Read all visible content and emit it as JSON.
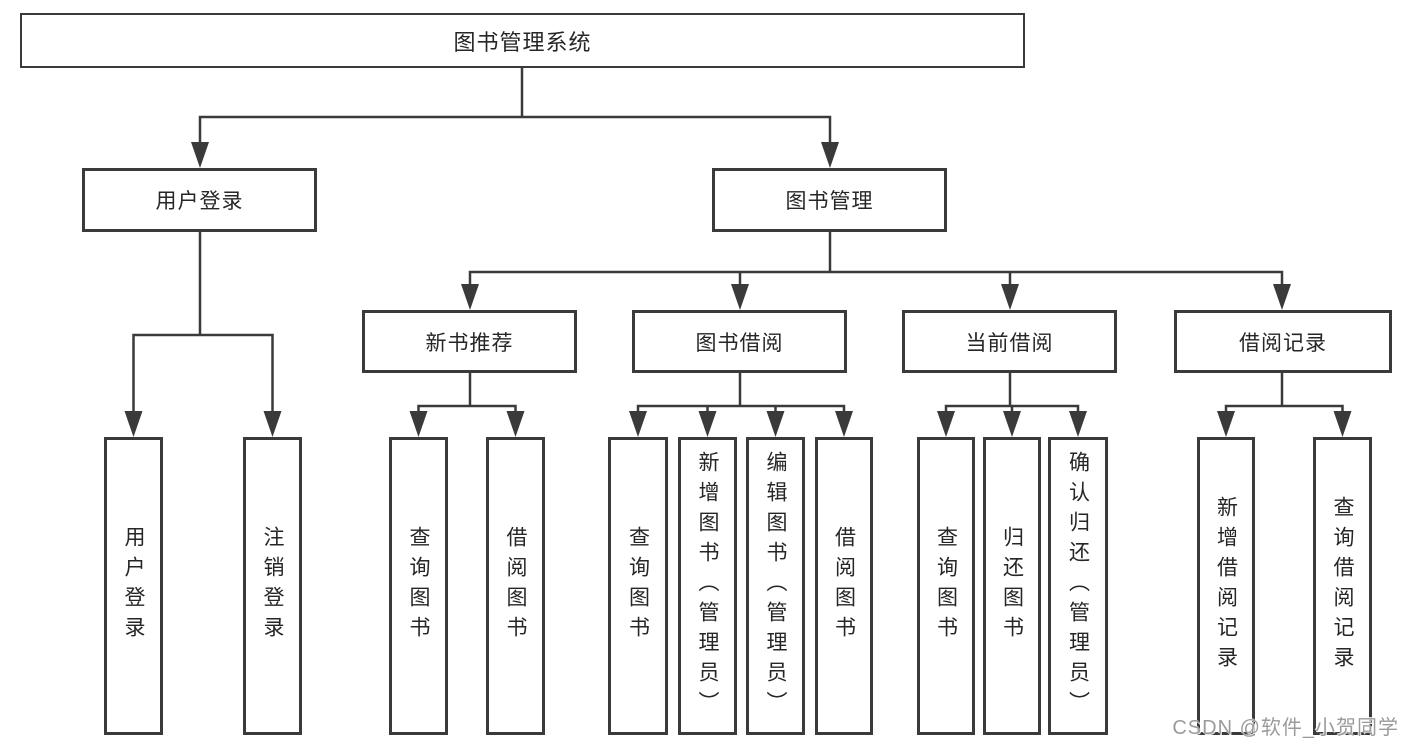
{
  "tree": {
    "label": "图书管理系统",
    "children": [
      {
        "label": "用户登录",
        "children": [
          {
            "label": "用户登录"
          },
          {
            "label": "注销登录"
          }
        ]
      },
      {
        "label": "图书管理",
        "children": [
          {
            "label": "新书推荐",
            "children": [
              {
                "label": "查询图书"
              },
              {
                "label": "借阅图书"
              }
            ]
          },
          {
            "label": "图书借阅",
            "children": [
              {
                "label": "查询图书"
              },
              {
                "label": "新增图书（管理员）"
              },
              {
                "label": "编辑图书（管理员）"
              },
              {
                "label": "借阅图书"
              }
            ]
          },
          {
            "label": "当前借阅",
            "children": [
              {
                "label": "查询图书"
              },
              {
                "label": "归还图书"
              },
              {
                "label": "确认归还（管理员）"
              }
            ]
          },
          {
            "label": "借阅记录",
            "children": [
              {
                "label": "新增借阅记录"
              },
              {
                "label": "查询借阅记录"
              }
            ]
          }
        ]
      }
    ]
  },
  "watermark": {
    "text": "CSDN @软件_小贺同学"
  },
  "colors": {
    "line": "#3a3a3a",
    "box_border": "#3a3a3a",
    "text": "#262626",
    "watermark": "#9b9b9b",
    "background": "#ffffff"
  }
}
